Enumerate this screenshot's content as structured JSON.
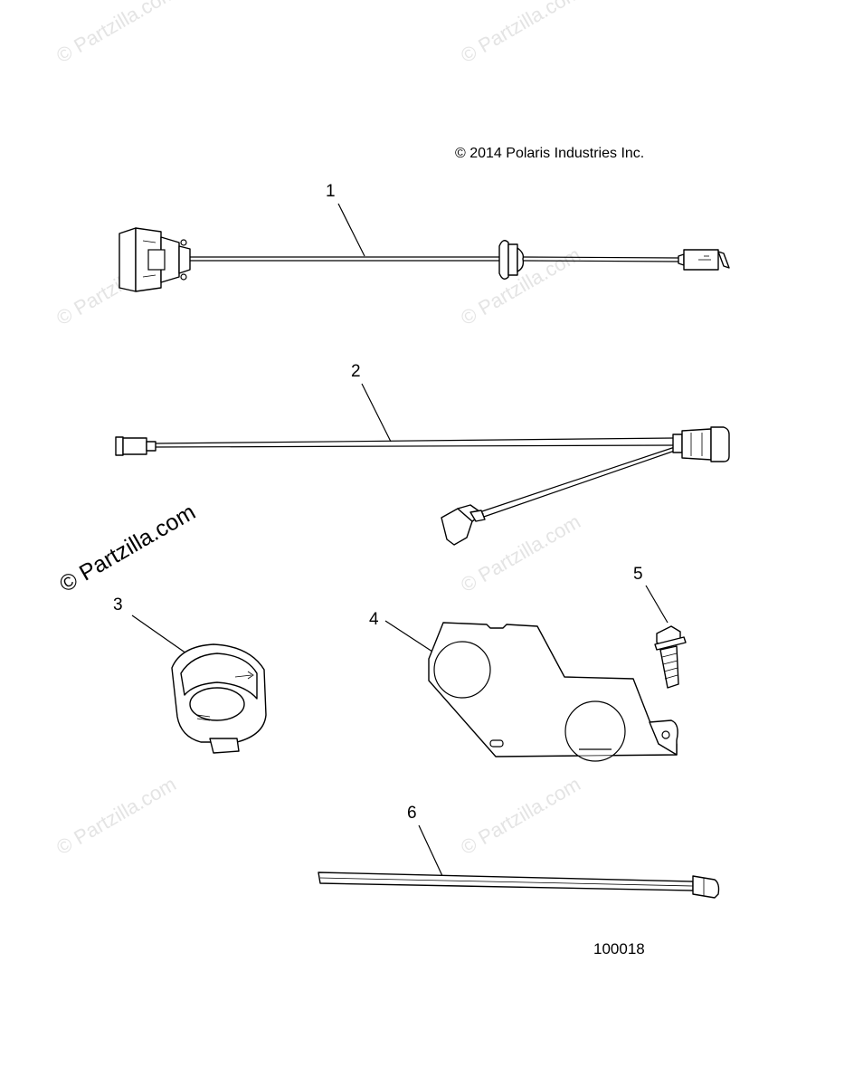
{
  "copyright": "© 2014 Polaris Industries Inc.",
  "figure_number": "100018",
  "watermark": "© Partzilla.com",
  "callouts": [
    "1",
    "2",
    "3",
    "4",
    "5",
    "6"
  ]
}
